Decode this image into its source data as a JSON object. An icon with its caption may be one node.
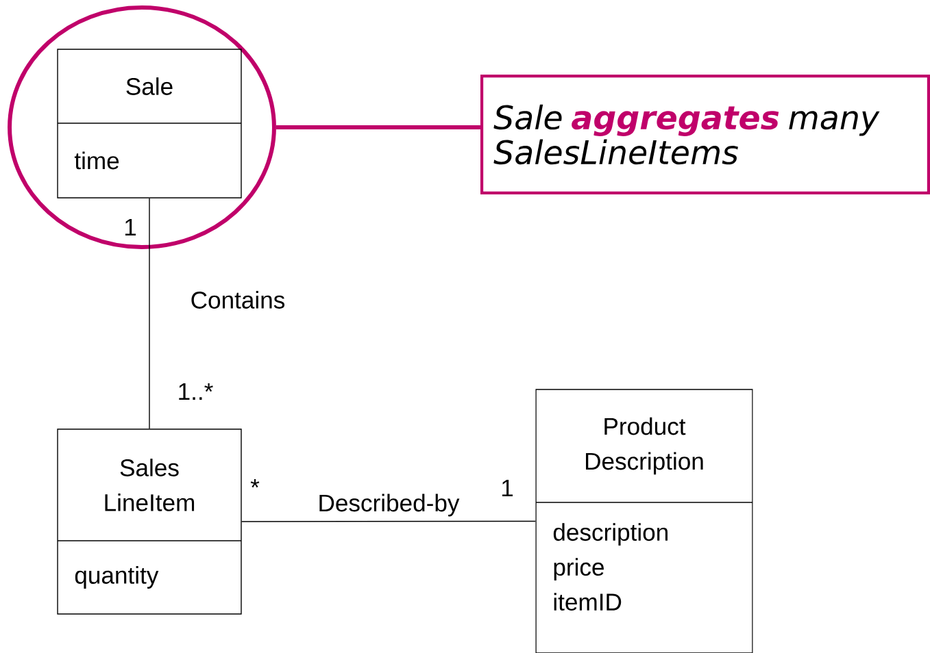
{
  "diagram": {
    "nodes": [
      {
        "text": [],
        "shape": "circle"
      },
      {
        "text": [
          "Sale",
          "time"
        ],
        "in": 0
      },
      {
        "text": [
          "Sale **aggregates** many SalesLineItems"
        ]
      },
      {
        "text": [
          "Sales LineItem",
          "quantity"
        ]
      },
      {
        "text": [
          "Product Description",
          "description price itemID"
        ]
      }
    ],
    "edges": [
      {
        "from": 0,
        "to": 2,
        "arrow": "none",
        "style": "thick",
        "color": "#c0006a"
      },
      {
        "from": 1,
        "to": 3,
        "arrow": "none",
        "label": "Contains"
      },
      {
        "from": 3,
        "to": 4,
        "arrow": "none",
        "label": "Described-by"
      }
    ],
    "labels": [
      "1",
      "1..*",
      "*",
      "1"
    ]
  }
}
